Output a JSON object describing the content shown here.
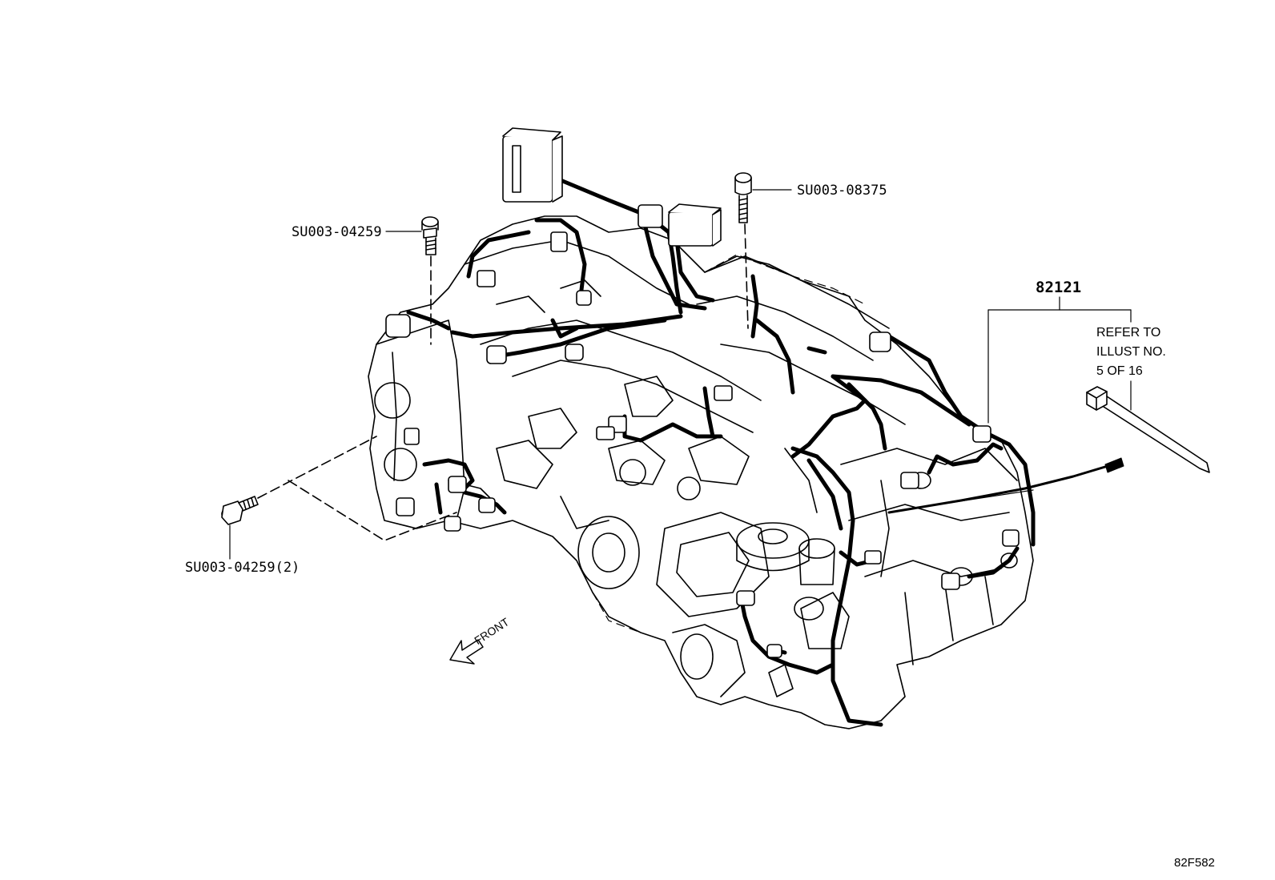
{
  "labels": {
    "bolt_top_left": "SU003-04259",
    "bolt_top_right": "SU003-08375",
    "bolt_lower_left": "SU003-04259(2)",
    "harness_part": "82121",
    "refer_line1": "REFER TO",
    "refer_line2": "ILLUST NO.",
    "refer_line3": "5 OF 16",
    "front": "FRONT",
    "illustration_code": "82F582"
  }
}
